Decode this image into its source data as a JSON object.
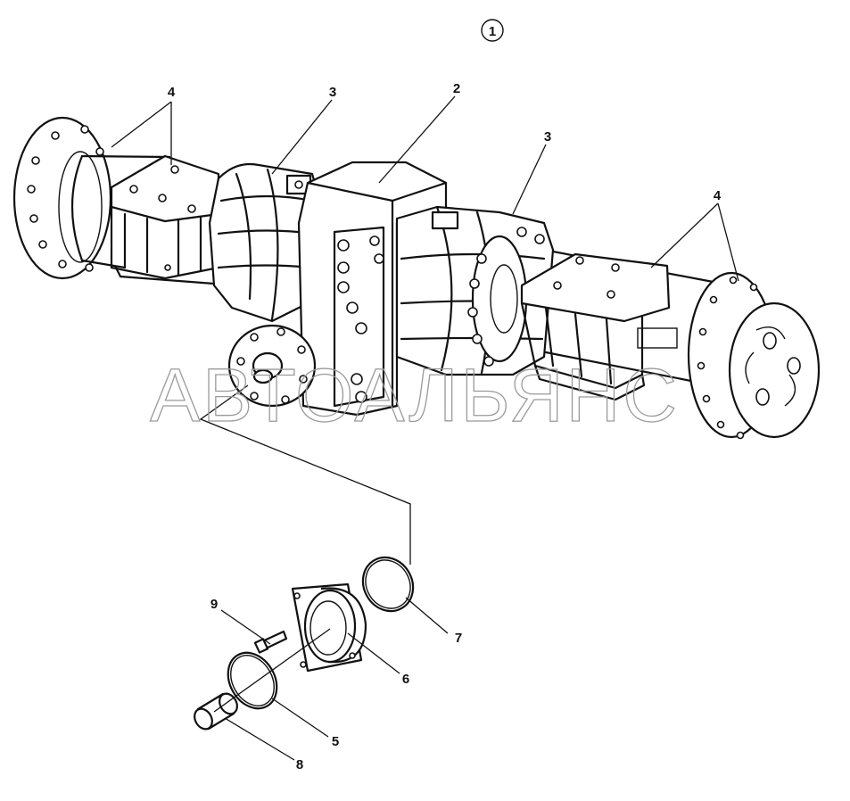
{
  "figure": {
    "index_label": "1",
    "watermark": "АВТОАЛЬЯНС",
    "callouts": [
      {
        "id": "c2",
        "text": "2"
      },
      {
        "id": "c3a",
        "text": "3"
      },
      {
        "id": "c3b",
        "text": "3"
      },
      {
        "id": "c4a",
        "text": "4"
      },
      {
        "id": "c4b",
        "text": "4"
      },
      {
        "id": "c5",
        "text": "5"
      },
      {
        "id": "c6",
        "text": "6"
      },
      {
        "id": "c7",
        "text": "7"
      },
      {
        "id": "c8",
        "text": "8"
      },
      {
        "id": "c9",
        "text": "9"
      }
    ]
  }
}
